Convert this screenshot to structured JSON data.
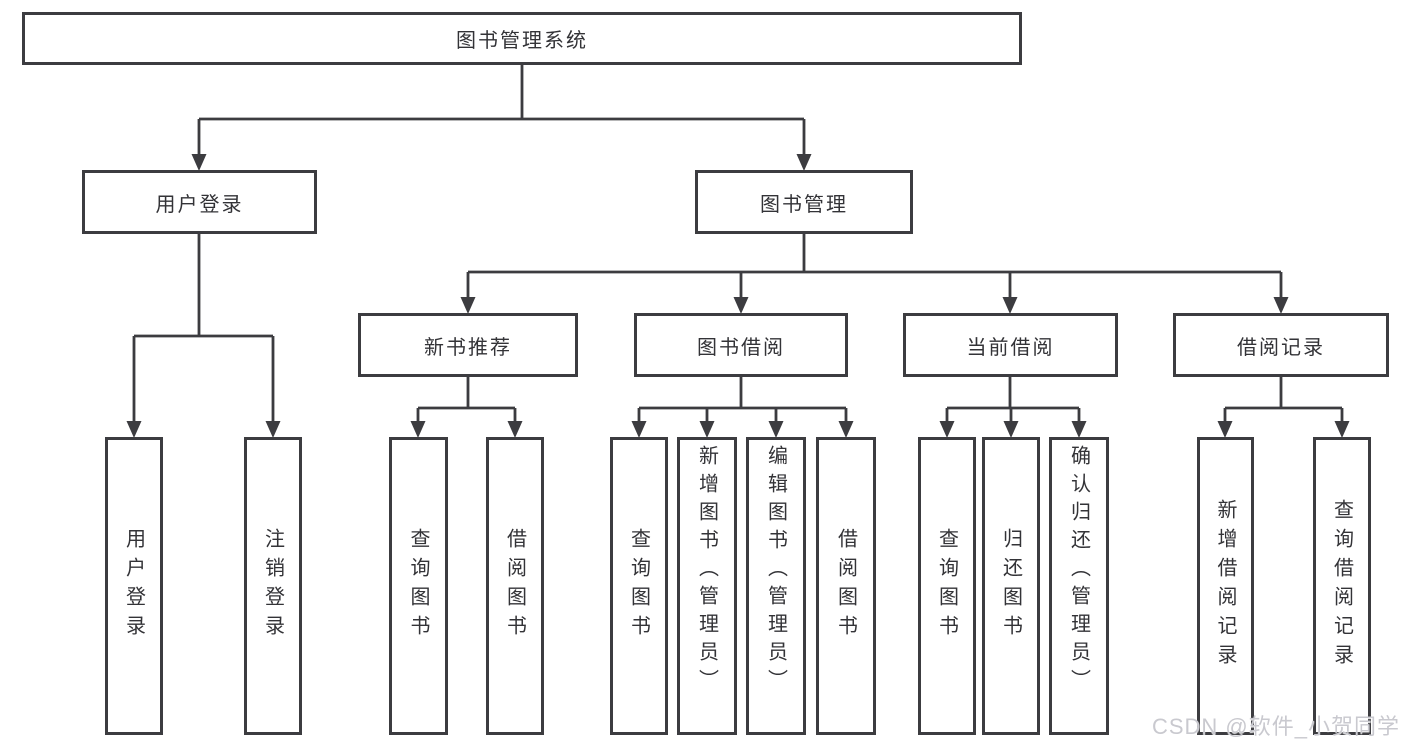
{
  "diagram": {
    "root": {
      "label": "图书管理系统"
    },
    "branches": [
      {
        "label": "用户登录",
        "children": [
          {
            "label": "用户登录"
          },
          {
            "label": "注销登录"
          }
        ]
      },
      {
        "label": "图书管理",
        "children": [
          {
            "label": "新书推荐",
            "children": [
              {
                "label": "查询图书"
              },
              {
                "label": "借阅图书"
              }
            ]
          },
          {
            "label": "图书借阅",
            "children": [
              {
                "label": "查询图书"
              },
              {
                "label": "新增图书（管理员）"
              },
              {
                "label": "编辑图书（管理员）"
              },
              {
                "label": "借阅图书"
              }
            ]
          },
          {
            "label": "当前借阅",
            "children": [
              {
                "label": "查询图书"
              },
              {
                "label": "归还图书"
              },
              {
                "label": "确认归还（管理员）"
              }
            ]
          },
          {
            "label": "借阅记录",
            "children": [
              {
                "label": "新增借阅记录"
              },
              {
                "label": "查询借阅记录"
              }
            ]
          }
        ]
      }
    ]
  },
  "watermark": {
    "text": "CSDN @软件_小贺同学"
  },
  "colors": {
    "line": "#3c3c40",
    "box_border": "#3c3c40",
    "text": "#333337",
    "background": "#ffffff",
    "watermark": "#c9c9cf"
  }
}
